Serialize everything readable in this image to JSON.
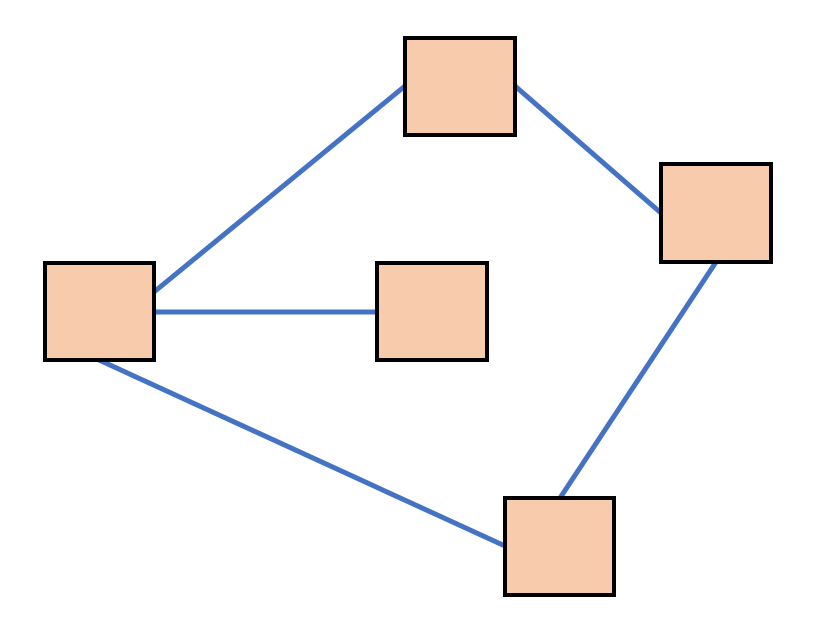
{
  "diagram": {
    "type": "graph",
    "node_fill": "#F8CBAD",
    "node_stroke": "#000000",
    "edge_color": "#4472C4",
    "background": "#FFFFFF",
    "nodes": [
      {
        "id": "top"
      },
      {
        "id": "right"
      },
      {
        "id": "left"
      },
      {
        "id": "middle"
      },
      {
        "id": "bottom"
      }
    ],
    "edges": [
      {
        "from": "left",
        "to": "top"
      },
      {
        "from": "top",
        "to": "right"
      },
      {
        "from": "right",
        "to": "bottom"
      },
      {
        "from": "left",
        "to": "bottom"
      },
      {
        "from": "left",
        "to": "middle"
      }
    ]
  }
}
